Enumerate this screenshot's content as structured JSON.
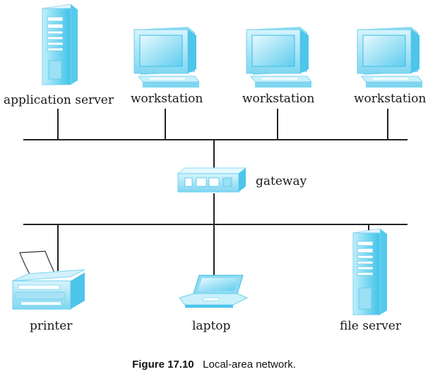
{
  "nodes": {
    "application_server": "application server",
    "workstation_1": "workstation",
    "workstation_2": "workstation",
    "workstation_3": "workstation",
    "gateway": "gateway",
    "printer": "printer",
    "laptop": "laptop",
    "file_server": "file server"
  },
  "caption": {
    "number": "Figure 17.10",
    "text": "Local-area network."
  },
  "colors": {
    "device_light": "#d9f3fb",
    "device_mid": "#8fdcf2",
    "device_dark": "#3cc4ea",
    "line": "#222222"
  }
}
